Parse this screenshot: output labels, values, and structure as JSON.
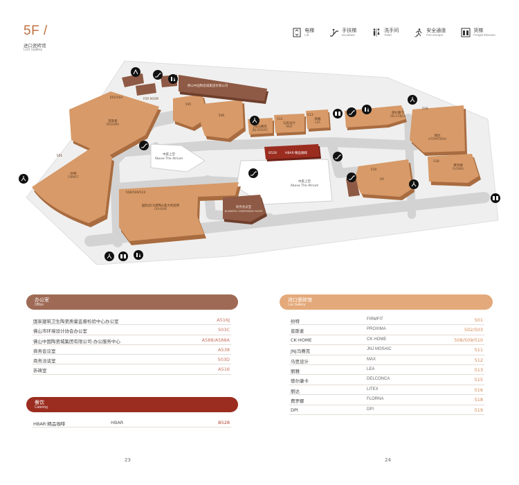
{
  "header": {
    "floor": "5F /",
    "gallery_zh": "进口瓷砖馆",
    "gallery_en": "LUX Gallery"
  },
  "legend": [
    {
      "icon": "elevator-icon",
      "zh": "电梯",
      "en": "Lift"
    },
    {
      "icon": "escalator-icon",
      "zh": "手扶梯",
      "en": "Escalator"
    },
    {
      "icon": "toilet-icon",
      "zh": "洗手间",
      "en": "Toilet"
    },
    {
      "icon": "fire-escape-icon",
      "zh": "安全通道",
      "en": "Fire Escape"
    },
    {
      "icon": "freight-elevator-icon",
      "zh": "货梯",
      "en": "Freight Elevator"
    }
  ],
  "map": {
    "shops": [
      {
        "id": "s502",
        "num": "502/503",
        "zh": "普斯麦",
        "en": "PROXIMA"
      },
      {
        "id": "s501",
        "num": "501",
        "zh": "纷特",
        "en": "FIRMFIT"
      },
      {
        "id": "s508",
        "num": "508/509/510",
        "zh": "国际灵CK建陶&意大利瓷砖",
        "en": "CK-HOME"
      },
      {
        "id": "s505",
        "num": "505",
        "zh": "",
        "en": ""
      },
      {
        "id": "s506",
        "num": "506",
        "zh": "",
        "en": ""
      },
      {
        "id": "s511",
        "num": "511",
        "zh": "JNJ马赛克",
        "en": "JNJ MOSAIC"
      },
      {
        "id": "s512",
        "num": "512",
        "zh": "马思设计",
        "en": "MAX"
      },
      {
        "id": "s513",
        "num": "513",
        "zh": "丽雅",
        "en": "LEA"
      },
      {
        "id": "s515",
        "num": "515",
        "zh": "德尔康卡",
        "en": "DELCONCA"
      },
      {
        "id": "s516",
        "num": "516",
        "zh": "丽达",
        "en": "LITEMATERIA"
      },
      {
        "id": "s518",
        "num": "518",
        "zh": "费罗娜",
        "en": "FLORNA"
      },
      {
        "id": "s519",
        "num": "519",
        "zh": "",
        "en": "DPI"
      }
    ],
    "office_blocks": [
      {
        "id": "oA516",
        "zh": "佛山中国陶瓷城集团有限公司",
        "en": "FOR ROOM"
      },
      {
        "id": "oA538",
        "zh": "商务会议室",
        "en": "BUSINESS CONFERENCE ROOM"
      }
    ],
    "hbar": {
      "num": "B528",
      "label": "HBAR·精品咖啡"
    },
    "atriums": [
      {
        "zh": "中庭上空",
        "en": "Above The Atrium"
      },
      {
        "zh": "中庭上空",
        "en": "Above The Atrium"
      }
    ]
  },
  "office": {
    "title_zh": "办公室",
    "title_en": "Office",
    "rows": [
      {
        "name": "国家建筑卫生陶瓷质量监督检验中心办公室",
        "code": "A516J"
      },
      {
        "name": "佛山市环境设计协会办公室",
        "code": "503C"
      },
      {
        "name": "佛山中国陶瓷城集团有限公司-办公服务中心",
        "code": "A588/A588A"
      },
      {
        "name": "商务会议室",
        "code": "A538"
      },
      {
        "name": "商务洽谈室",
        "code": "503D"
      },
      {
        "name": "祈祷室",
        "code": "A516"
      }
    ]
  },
  "catering": {
    "title_zh": "餐饮",
    "title_en": "Catering",
    "rows": [
      {
        "name": "HBAR·精品咖啡",
        "en": "HBAR",
        "code": "B528"
      }
    ]
  },
  "lux": {
    "title_zh": "进口瓷砖馆",
    "title_en": "Lux Gallery",
    "rows": [
      {
        "zh": "纷特",
        "en": "FIRMFIT",
        "code": "501"
      },
      {
        "zh": "普斯麦",
        "en": "PROXIMA",
        "code": "502/503"
      },
      {
        "zh": "CK·HOME",
        "en": "CK·HOME",
        "code": "508/509/510"
      },
      {
        "zh": "JNJ马赛克",
        "en": "JNJ MOSAIC",
        "code": "511"
      },
      {
        "zh": "马思设计",
        "en": "MAX",
        "code": "512"
      },
      {
        "zh": "丽雅",
        "en": "LEA",
        "code": "513"
      },
      {
        "zh": "德尔康卡",
        "en": "DELCONCA",
        "code": "515"
      },
      {
        "zh": "丽达",
        "en": "LITEX",
        "code": "516"
      },
      {
        "zh": "费罗娜",
        "en": "FLORNA",
        "code": "518"
      },
      {
        "zh": "DPI",
        "en": "DPI",
        "code": "519"
      }
    ]
  },
  "pages": {
    "left": "23",
    "right": "24"
  },
  "colors": {
    "accent": "#c0713f",
    "shop": "#d79a68",
    "shop_side": "#a86c40",
    "office_block": "#8e5a45",
    "hbar": "#9b2d20",
    "floor": "#efefef",
    "corridor": "#d3d3d3"
  }
}
